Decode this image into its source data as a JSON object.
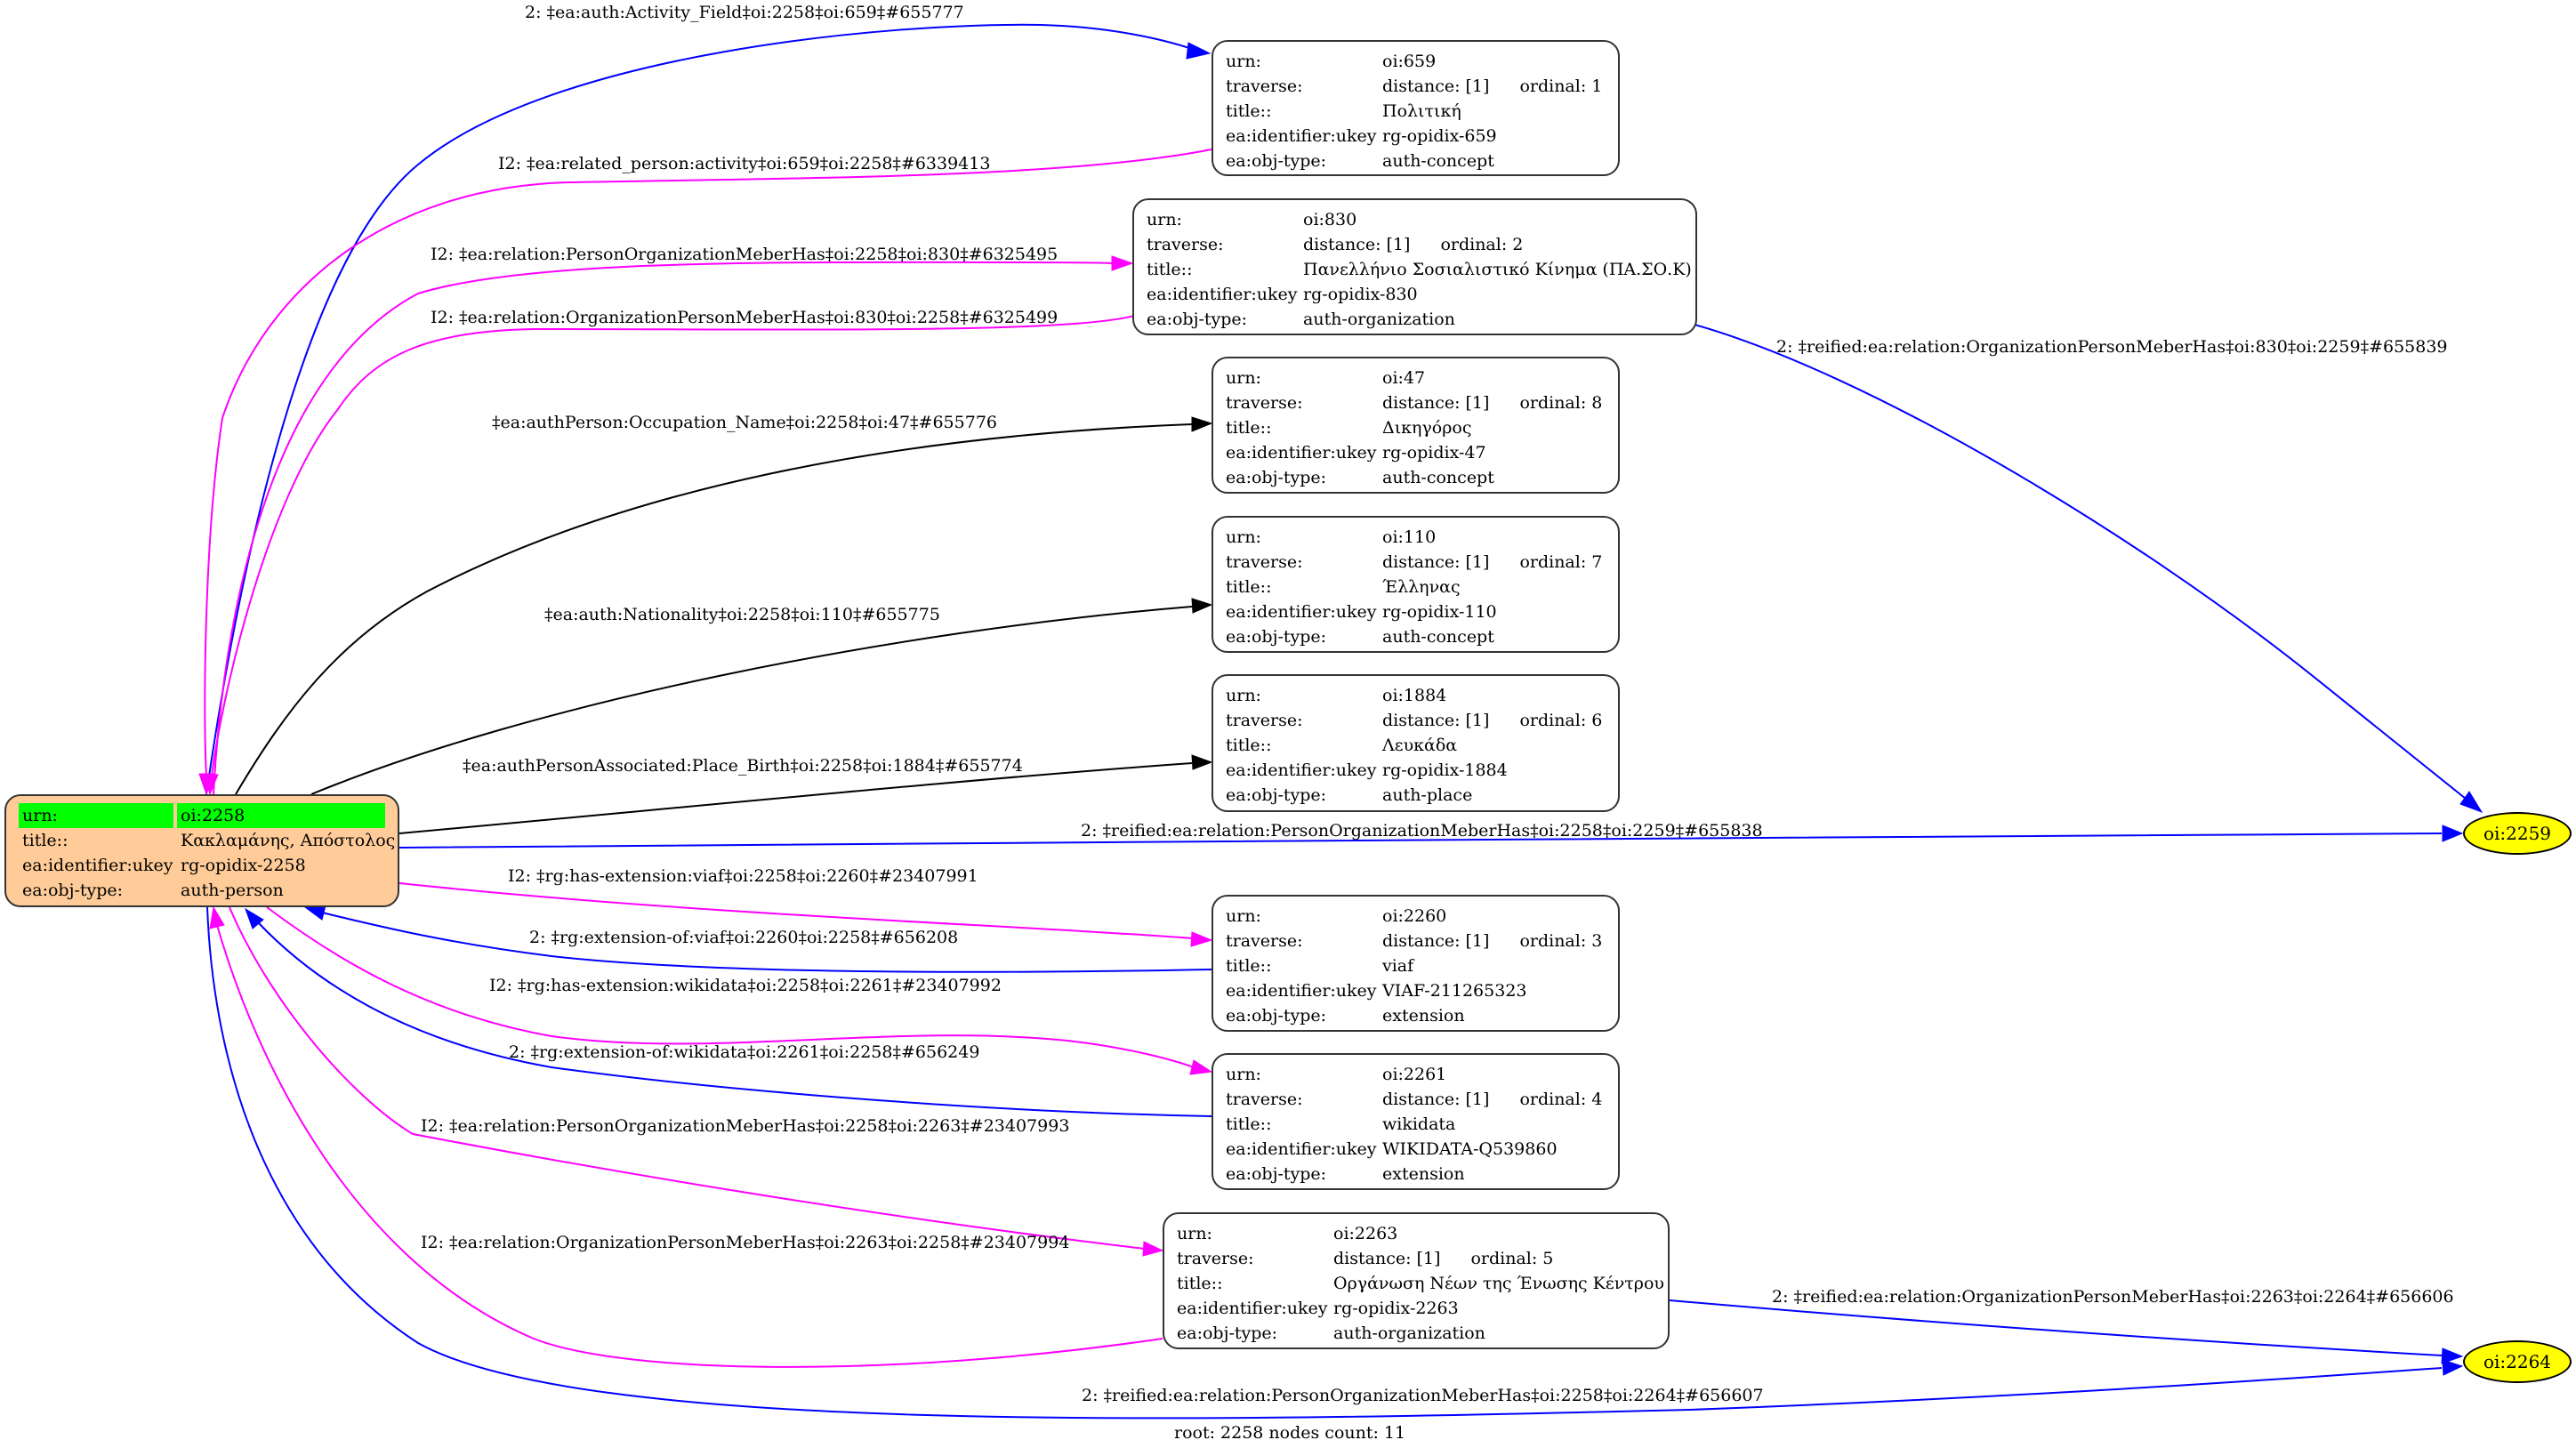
{
  "graph": {
    "footer": "root: 2258 nodes count: 11",
    "colors": {
      "root_fill": "#ffcc99",
      "root_highlight": "#00ff00",
      "leaf_fill": "#ffff00",
      "edge_blue": "#0000ff",
      "edge_magenta": "#ff00ff",
      "edge_black": "#000000"
    },
    "root": {
      "rows": [
        {
          "key": "urn:",
          "value": "oi:2258"
        },
        {
          "key": "title::",
          "value": "Κακλαμάνης, Απόστολος"
        },
        {
          "key": "ea:identifier:ukey",
          "value": "rg-opidix-2258"
        },
        {
          "key": "ea:obj-type:",
          "value": "auth-person"
        }
      ]
    },
    "nodes": [
      {
        "id": "oi:659",
        "urn_key": "urn:",
        "urn": "oi:659",
        "traverse_key": "traverse:",
        "distance": "distance: [1]",
        "ordinal": "ordinal: 1",
        "title_key": "title::",
        "title": "Πολιτική",
        "ukey_key": "ea:identifier:ukey",
        "ukey": "rg-opidix-659",
        "type_key": "ea:obj-type:",
        "type": "auth-concept"
      },
      {
        "id": "oi:830",
        "urn_key": "urn:",
        "urn": "oi:830",
        "traverse_key": "traverse:",
        "distance": "distance: [1]",
        "ordinal": "ordinal: 2",
        "title_key": "title::",
        "title": "Πανελλήνιο Σοσιαλιστικό Κίνημα (ΠΑ.ΣΟ.Κ)",
        "ukey_key": "ea:identifier:ukey",
        "ukey": "rg-opidix-830",
        "type_key": "ea:obj-type:",
        "type": "auth-organization"
      },
      {
        "id": "oi:47",
        "urn_key": "urn:",
        "urn": "oi:47",
        "traverse_key": "traverse:",
        "distance": "distance: [1]",
        "ordinal": "ordinal: 8",
        "title_key": "title::",
        "title": "Δικηγόρος",
        "ukey_key": "ea:identifier:ukey",
        "ukey": "rg-opidix-47",
        "type_key": "ea:obj-type:",
        "type": "auth-concept"
      },
      {
        "id": "oi:110",
        "urn_key": "urn:",
        "urn": "oi:110",
        "traverse_key": "traverse:",
        "distance": "distance: [1]",
        "ordinal": "ordinal: 7",
        "title_key": "title::",
        "title": "Έλληνας",
        "ukey_key": "ea:identifier:ukey",
        "ukey": "rg-opidix-110",
        "type_key": "ea:obj-type:",
        "type": "auth-concept"
      },
      {
        "id": "oi:1884",
        "urn_key": "urn:",
        "urn": "oi:1884",
        "traverse_key": "traverse:",
        "distance": "distance: [1]",
        "ordinal": "ordinal: 6",
        "title_key": "title::",
        "title": "Λευκάδα",
        "ukey_key": "ea:identifier:ukey",
        "ukey": "rg-opidix-1884",
        "type_key": "ea:obj-type:",
        "type": "auth-place"
      },
      {
        "id": "oi:2260",
        "urn_key": "urn:",
        "urn": "oi:2260",
        "traverse_key": "traverse:",
        "distance": "distance: [1]",
        "ordinal": "ordinal: 3",
        "title_key": "title::",
        "title": "viaf",
        "ukey_key": "ea:identifier:ukey",
        "ukey": "VIAF-211265323",
        "type_key": "ea:obj-type:",
        "type": "extension"
      },
      {
        "id": "oi:2261",
        "urn_key": "urn:",
        "urn": "oi:2261",
        "traverse_key": "traverse:",
        "distance": "distance: [1]",
        "ordinal": "ordinal: 4",
        "title_key": "title::",
        "title": "wikidata",
        "ukey_key": "ea:identifier:ukey",
        "ukey": "WIKIDATA-Q539860",
        "type_key": "ea:obj-type:",
        "type": "extension"
      },
      {
        "id": "oi:2263",
        "urn_key": "urn:",
        "urn": "oi:2263",
        "traverse_key": "traverse:",
        "distance": "distance: [1]",
        "ordinal": "ordinal: 5",
        "title_key": "title::",
        "title": "Οργάνωση Νέων της Ένωσης Κέντρου",
        "ukey_key": "ea:identifier:ukey",
        "ukey": "rg-opidix-2263",
        "type_key": "ea:obj-type:",
        "type": "auth-organization"
      }
    ],
    "leaves": [
      {
        "id": "oi:2259",
        "label": "oi:2259"
      },
      {
        "id": "oi:2264",
        "label": "oi:2264"
      }
    ],
    "edges": [
      {
        "label": "2: ‡ea:auth:Activity_Field‡oi:2258‡oi:659‡#655777",
        "color": "blue",
        "from": "oi:2258",
        "to": "oi:659"
      },
      {
        "label": "I2: ‡ea:related_person:activity‡oi:659‡oi:2258‡#6339413",
        "color": "magenta",
        "from": "oi:659",
        "to": "oi:2258"
      },
      {
        "label": "I2: ‡ea:relation:PersonOrganizationMeberHas‡oi:2258‡oi:830‡#6325495",
        "color": "magenta",
        "from": "oi:2258",
        "to": "oi:830"
      },
      {
        "label": "I2: ‡ea:relation:OrganizationPersonMeberHas‡oi:830‡oi:2258‡#6325499",
        "color": "magenta",
        "from": "oi:830",
        "to": "oi:2258"
      },
      {
        "label": "2: ‡reified:ea:relation:OrganizationPersonMeberHas‡oi:830‡oi:2259‡#655839",
        "color": "blue",
        "from": "oi:830",
        "to": "oi:2259"
      },
      {
        "label": "‡ea:authPerson:Occupation_Name‡oi:2258‡oi:47‡#655776",
        "color": "black",
        "from": "oi:2258",
        "to": "oi:47"
      },
      {
        "label": "‡ea:auth:Nationality‡oi:2258‡oi:110‡#655775",
        "color": "black",
        "from": "oi:2258",
        "to": "oi:110"
      },
      {
        "label": "‡ea:authPersonAssociated:Place_Birth‡oi:2258‡oi:1884‡#655774",
        "color": "black",
        "from": "oi:2258",
        "to": "oi:1884"
      },
      {
        "label": "2: ‡reified:ea:relation:PersonOrganizationMeberHas‡oi:2258‡oi:2259‡#655838",
        "color": "blue",
        "from": "oi:2258",
        "to": "oi:2259"
      },
      {
        "label": "I2: ‡rg:has-extension:viaf‡oi:2258‡oi:2260‡#23407991",
        "color": "magenta",
        "from": "oi:2258",
        "to": "oi:2260"
      },
      {
        "label": "2: ‡rg:extension-of:viaf‡oi:2260‡oi:2258‡#656208",
        "color": "blue",
        "from": "oi:2260",
        "to": "oi:2258"
      },
      {
        "label": "I2: ‡rg:has-extension:wikidata‡oi:2258‡oi:2261‡#23407992",
        "color": "magenta",
        "from": "oi:2258",
        "to": "oi:2261"
      },
      {
        "label": "2: ‡rg:extension-of:wikidata‡oi:2261‡oi:2258‡#656249",
        "color": "blue",
        "from": "oi:2261",
        "to": "oi:2258"
      },
      {
        "label": "I2: ‡ea:relation:PersonOrganizationMeberHas‡oi:2258‡oi:2263‡#23407993",
        "color": "magenta",
        "from": "oi:2258",
        "to": "oi:2263"
      },
      {
        "label": "I2: ‡ea:relation:OrganizationPersonMeberHas‡oi:2263‡oi:2258‡#23407994",
        "color": "magenta",
        "from": "oi:2263",
        "to": "oi:2258"
      },
      {
        "label": "2: ‡reified:ea:relation:OrganizationPersonMeberHas‡oi:2263‡oi:2264‡#656606",
        "color": "blue",
        "from": "oi:2263",
        "to": "oi:2264"
      },
      {
        "label": "2: ‡reified:ea:relation:PersonOrganizationMeberHas‡oi:2258‡oi:2264‡#656607",
        "color": "blue",
        "from": "oi:2258",
        "to": "oi:2264"
      }
    ]
  }
}
